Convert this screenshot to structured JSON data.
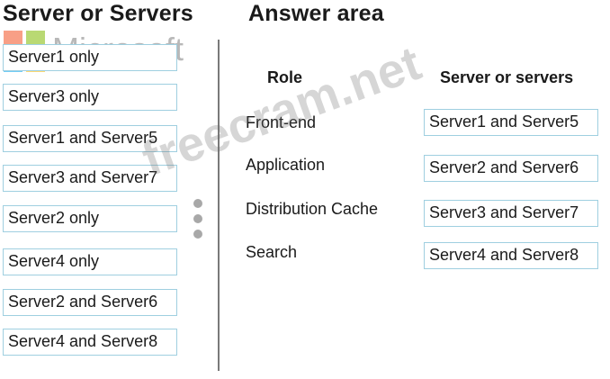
{
  "left_heading": "Server or Servers",
  "right_heading": "Answer area",
  "columns": {
    "role": "Role",
    "servers": "Server or servers"
  },
  "options": [
    "Server1 only",
    "Server3 only",
    "Server1 and Server5",
    "Server3 and Server7",
    "Server2 only",
    "Server4 only",
    "Server2 and Server6",
    "Server4 and Server8"
  ],
  "rows": [
    {
      "role": "Front-end",
      "answer": "Server1 and Server5"
    },
    {
      "role": "Application",
      "answer": "Server2 and Server6"
    },
    {
      "role": "Distribution Cache",
      "answer": "Server3 and Server7"
    },
    {
      "role": "Search",
      "answer": "Server4 and Server8"
    }
  ],
  "logo_text": "Microsoft",
  "watermark_text": "freecram.net",
  "colors": {
    "box_border": "#9fcfe0",
    "divider": "#7a7a7a",
    "logo": [
      "#f25022",
      "#7fba00",
      "#00a4ef",
      "#ffb900"
    ]
  }
}
